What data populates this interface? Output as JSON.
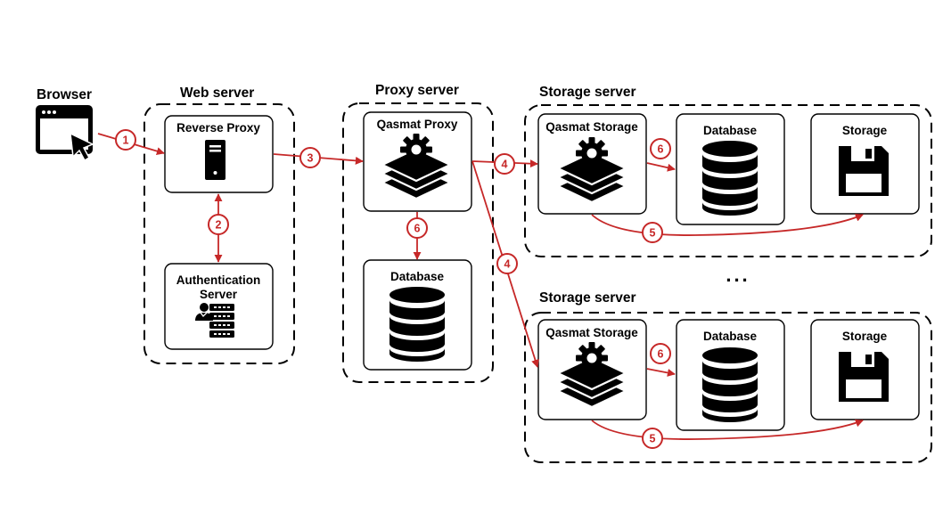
{
  "labels": {
    "browser": "Browser",
    "web_server": "Web server",
    "proxy_server": "Proxy server",
    "storage_server_1": "Storage server",
    "storage_server_2": "Storage server",
    "reverse_proxy": "Reverse Proxy",
    "authentication_server_line1": "Authentication",
    "authentication_server_line2": "Server",
    "qasmat_proxy": "Qasmat Proxy",
    "proxy_database": "Database",
    "qasmat_storage_1": "Qasmat Storage",
    "database_1": "Database",
    "storage_1": "Storage",
    "qasmat_storage_2": "Qasmat Storage",
    "database_2": "Database",
    "storage_2": "Storage",
    "ellipsis": "..."
  },
  "steps": {
    "s1": "1",
    "s2": "2",
    "s3": "3",
    "s4a": "4",
    "s4b": "4",
    "s5a": "5",
    "s5b": "5",
    "s6_proxy": "6",
    "s6a": "6",
    "s6b": "6"
  },
  "colors": {
    "arrow": "#c62828",
    "border": "#000000",
    "background": "#ffffff"
  },
  "icons": {
    "browser": "browser-window-cursor-icon",
    "reverse_proxy": "server-tower-icon",
    "authentication": "user-server-rack-icon",
    "qasmat": "stack-gear-icon",
    "database": "database-cylinder-icon",
    "storage": "floppy-disk-icon"
  }
}
